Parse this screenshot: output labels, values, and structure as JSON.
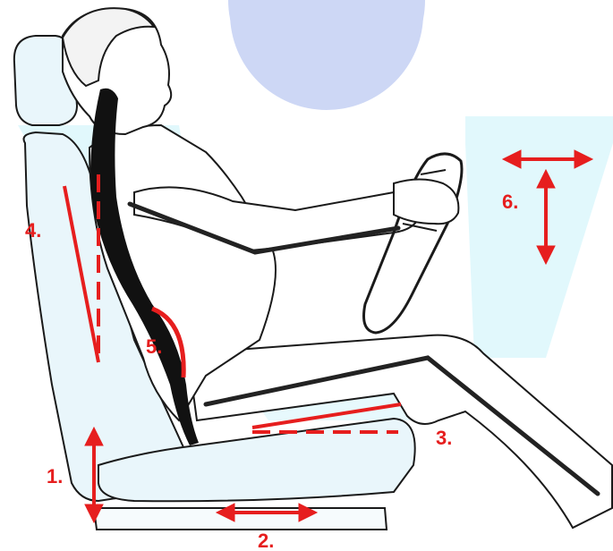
{
  "labels": {
    "seat_height": "1.",
    "seat_position": "2.",
    "seat_cushion_angle": "3.",
    "backrest_angle": "4.",
    "lumbar_support": "5.",
    "steering_wheel": "6."
  },
  "colors": {
    "accent_red": "#e61e1e",
    "watermark_blue": "#cdd7f5",
    "watermark_cyan": "#e1f8fc",
    "line_art": "#1a1a1a",
    "spine": "#111111"
  }
}
